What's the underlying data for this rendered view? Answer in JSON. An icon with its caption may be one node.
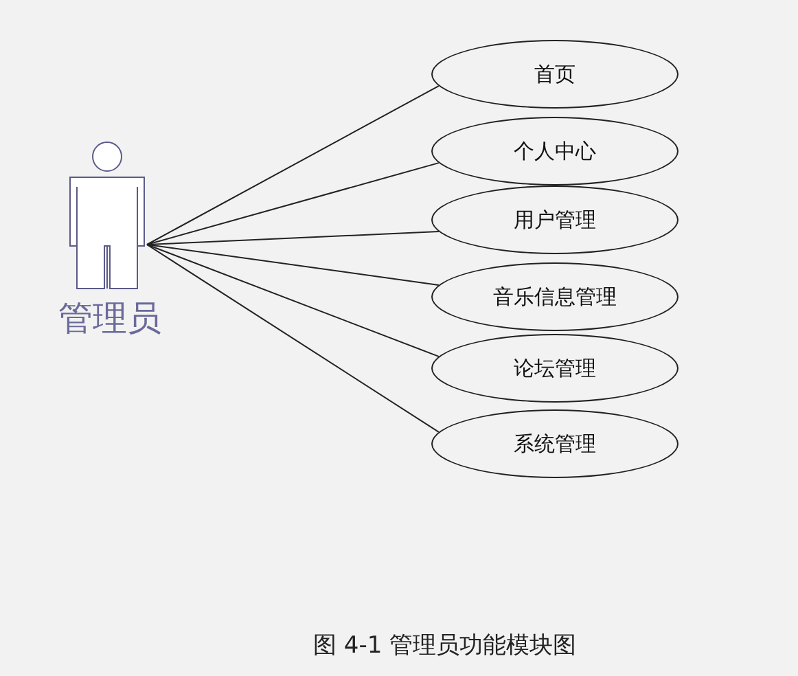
{
  "diagram": {
    "caption": "图 4-1 管理员功能模块图",
    "nodes": [
      {
        "text": [
          "管理员"
        ]
      },
      {
        "text": [
          "首页"
        ]
      },
      {
        "text": [
          "个人中心"
        ]
      },
      {
        "text": [
          "用户管理"
        ]
      },
      {
        "text": [
          "音乐信息管理"
        ]
      },
      {
        "text": [
          "论坛管理"
        ]
      },
      {
        "text": [
          "系统管理"
        ]
      }
    ],
    "edges": [
      {
        "from": 0,
        "to": 1,
        "arrow": "none"
      },
      {
        "from": 0,
        "to": 2,
        "arrow": "none"
      },
      {
        "from": 0,
        "to": 3,
        "arrow": "none"
      },
      {
        "from": 0,
        "to": 4,
        "arrow": "none"
      },
      {
        "from": 0,
        "to": 5,
        "arrow": "none"
      },
      {
        "from": 0,
        "to": 6,
        "arrow": "none"
      }
    ]
  }
}
